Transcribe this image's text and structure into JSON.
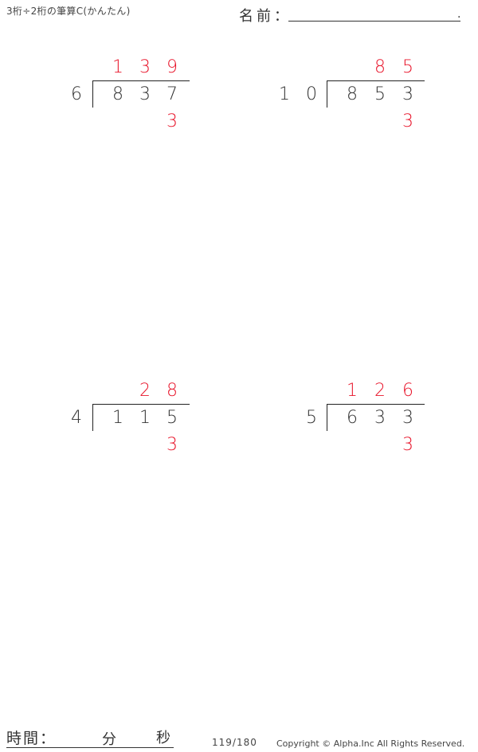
{
  "header": {
    "title": "3桁÷2桁の筆算C(かんたん)",
    "name_label": "名前：",
    "name_end": "."
  },
  "colors": {
    "answer_red": "#e8142a",
    "text": "#333333"
  },
  "problems": [
    {
      "divisor": [
        "6"
      ],
      "dividend": [
        "8",
        "3",
        "7"
      ],
      "quotient": [
        "1",
        "3",
        "9"
      ],
      "remainder": "3"
    },
    {
      "divisor": [
        "1",
        "0"
      ],
      "dividend": [
        "8",
        "5",
        "3"
      ],
      "quotient": [
        "",
        "8",
        "5"
      ],
      "remainder": "3"
    },
    {
      "divisor": [
        "4"
      ],
      "dividend": [
        "1",
        "1",
        "5"
      ],
      "quotient": [
        "",
        "2",
        "8"
      ],
      "remainder": "3"
    },
    {
      "divisor": [
        "5"
      ],
      "dividend": [
        "6",
        "3",
        "3"
      ],
      "quotient": [
        "1",
        "2",
        "6"
      ],
      "remainder": "3"
    }
  ],
  "footer": {
    "time_label": "時間：",
    "minutes_label": "分",
    "seconds_label": "秒",
    "page": "119/180",
    "copyright": "Copyright © Alpha.Inc All Rights Reserved."
  }
}
